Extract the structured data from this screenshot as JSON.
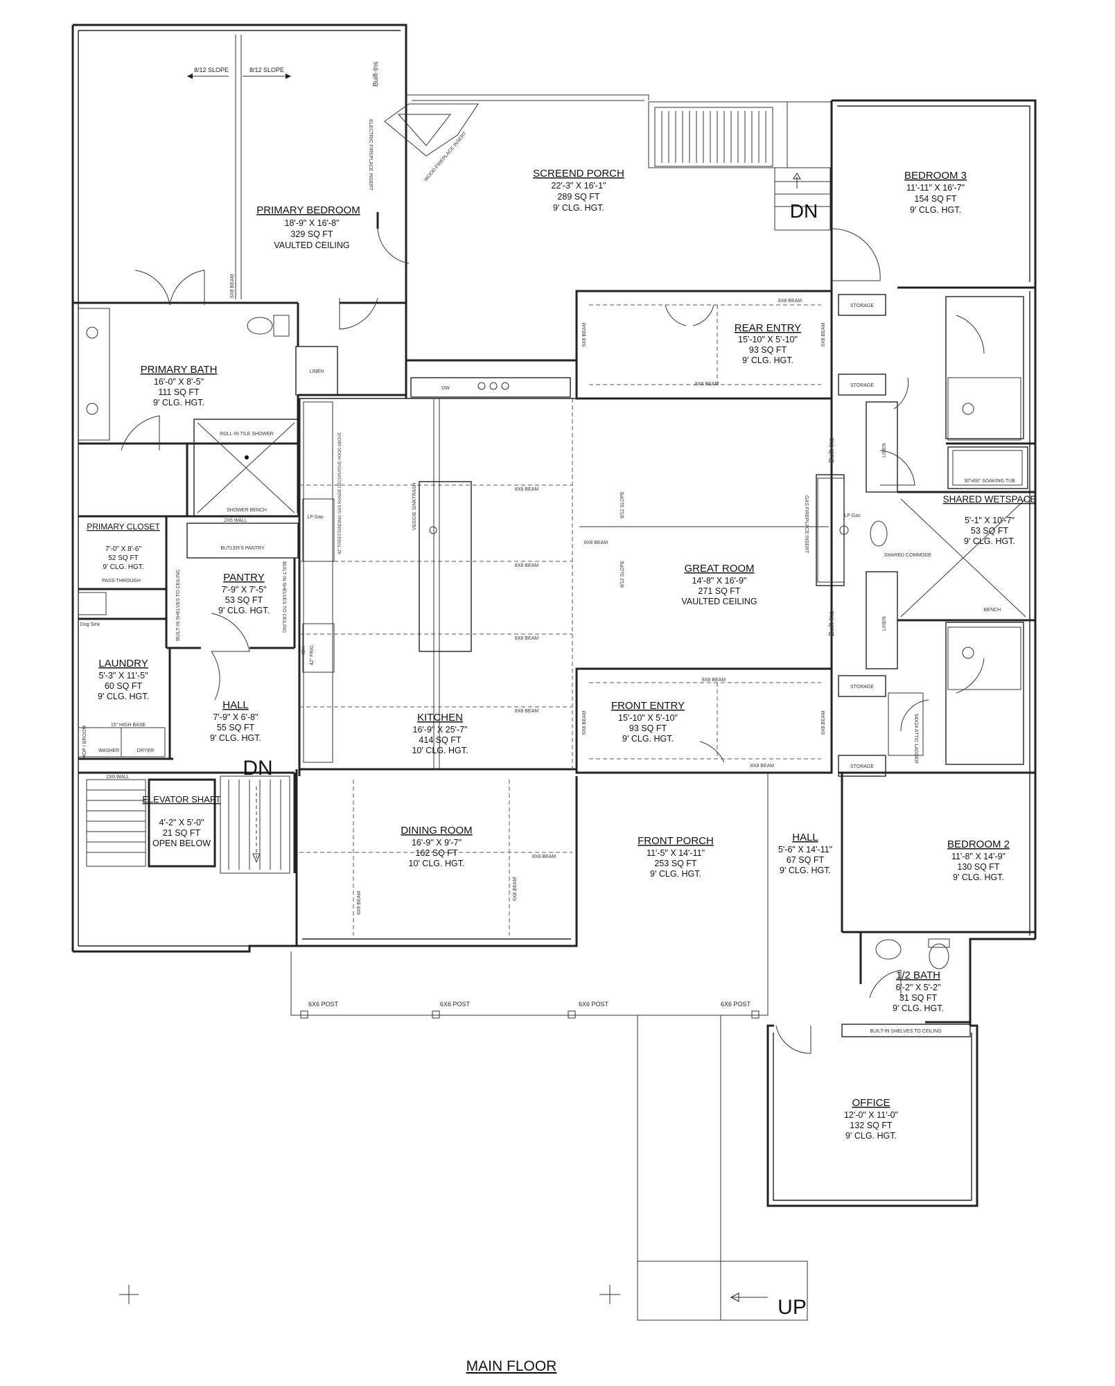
{
  "plan_title": "MAIN FLOOR",
  "rooms": {
    "primary_bedroom": {
      "name": "PRIMARY BEDROOM",
      "lines": [
        "18'-9\" X 16'-8\"",
        "329 SQ FT",
        "VAULTED CEILING"
      ]
    },
    "screened_porch": {
      "name": "SCREEND PORCH",
      "lines": [
        "22'-3\" X 16'-1\"",
        "289 SQ FT",
        "9' CLG. HGT."
      ]
    },
    "bedroom3": {
      "name": "BEDROOM 3",
      "lines": [
        "11'-11\" X 16'-7\"",
        "154 SQ FT",
        "9' CLG. HGT."
      ]
    },
    "rear_entry": {
      "name": "REAR ENTRY",
      "lines": [
        "15'-10\" X 5'-10\"",
        "93 SQ FT",
        "9' CLG. HGT."
      ]
    },
    "primary_bath": {
      "name": "PRIMARY BATH",
      "lines": [
        "16'-0\" X 8'-5\"",
        "111 SQ FT",
        "9' CLG. HGT."
      ]
    },
    "primary_closet": {
      "name": "PRIMARY CLOSET",
      "lines": [
        "7'-0\" X 8'-6\"",
        "52 SQ FT",
        "9' CLG. HGT."
      ]
    },
    "pantry": {
      "name": "PANTRY",
      "lines": [
        "7'-9\" X 7'-5\"",
        "53 SQ FT",
        "9' CLG. HGT."
      ]
    },
    "laundry": {
      "name": "LAUNDRY",
      "lines": [
        "5'-3\" X 11'-5\"",
        "60 SQ FT",
        "9' CLG. HGT."
      ]
    },
    "hall1": {
      "name": "HALL",
      "lines": [
        "7'-9\" X 6'-8\"",
        "55 SQ FT",
        "9' CLG. HGT."
      ]
    },
    "elevator": {
      "name": "ELEVATOR SHAFT",
      "lines": [
        "4'-2\" X 5'-0\"",
        "21 SQ FT",
        "OPEN BELOW"
      ]
    },
    "kitchen": {
      "name": "KITCHEN",
      "lines": [
        "16'-9\" X 25'-7\"",
        "414 SQ FT",
        "10' CLG. HGT."
      ]
    },
    "great_room": {
      "name": "GREAT ROOM",
      "lines": [
        "14'-8\" X 16'-9\"",
        "271 SQ FT",
        "VAULTED CEILING"
      ]
    },
    "front_entry": {
      "name": "FRONT ENTRY",
      "lines": [
        "15'-10\" X 5'-10\"",
        "93 SQ FT",
        "9' CLG. HGT."
      ]
    },
    "shared_wetspace": {
      "name": "SHARED WETSPACE",
      "lines": [
        "5'-1\" X 10'-7\"",
        "53 SQ FT",
        "9' CLG. HGT."
      ]
    },
    "dining_room": {
      "name": "DINING ROOM",
      "lines": [
        "16'-9\" X 9'-7\"",
        "162 SQ FT",
        "10' CLG. HGT."
      ]
    },
    "front_porch": {
      "name": "FRONT PORCH",
      "lines": [
        "11'-5\" X 14'-11\"",
        "253 SQ FT",
        "9' CLG. HGT."
      ]
    },
    "hall2": {
      "name": "HALL",
      "lines": [
        "5'-6\" X 14'-11\"",
        "67 SQ FT",
        "9' CLG. HGT."
      ]
    },
    "bedroom2": {
      "name": "BEDROOM 2",
      "lines": [
        "11'-8\" X 14'-9\"",
        "130 SQ FT",
        "9' CLG. HGT."
      ]
    },
    "half_bath": {
      "name": "1/2 BATH",
      "lines": [
        "6'-2\" X 5'-2\"",
        "31 SQ FT",
        "9' CLG. HGT."
      ]
    },
    "office": {
      "name": "OFFICE",
      "lines": [
        "12'-0\" X 11'-0\"",
        "132 SQ FT",
        "9' CLG. HGT."
      ]
    }
  },
  "labels": {
    "slope": "8/12 SLOPE",
    "built_ins": "Built-Ins",
    "electric_fireplace": "ELECTRIC FIREPLACE INSERT",
    "wood_fireplace": "WOOD FIREPLACE INSERT",
    "gas_fireplace": "GAS FIREPLACE INSERT",
    "dn": "DN",
    "up": "UP",
    "storage": "STORAGE",
    "linen": "LINEN",
    "beam_8x8": "8X8 BEAM",
    "beam_6x8": "6X8 BEAM",
    "dw": "DW",
    "roll_in_shower": "ROLL-IN TILE SHOWER",
    "shower_bench": "SHOWER BENCH",
    "wall_2x6": "2X6 WALL",
    "butlers_pantry": "BUTLER'S PANTRY",
    "pass_through": "PASS-THROUGH",
    "builtin_shelves": "BUILT-IN SHELVES TO CEILING",
    "lp_gas": "LP Gas",
    "soaking_tub": "30\"x60\" SOAKING TUB",
    "shared_commode": "SHARED COMMODE",
    "bench": "BENCH",
    "dog_sink": "Dog Sink",
    "base_15": "15\" HIGH BASE",
    "mop_broom": "MOP / BROOM",
    "washer": "WASHER",
    "dryer": "DRYER",
    "frig": "42\" FRIG.",
    "ioh": "IOH",
    "range": "42\" FREESTANDING GAS RANGE DECORATIVE HOOD ABOVE",
    "trash": "TRASH",
    "dw2": "DW",
    "veggie_sink": "VEGGIE SINK",
    "attic_ladder": "54X24 ATTIC LADDER",
    "post": "6X6 POST"
  }
}
